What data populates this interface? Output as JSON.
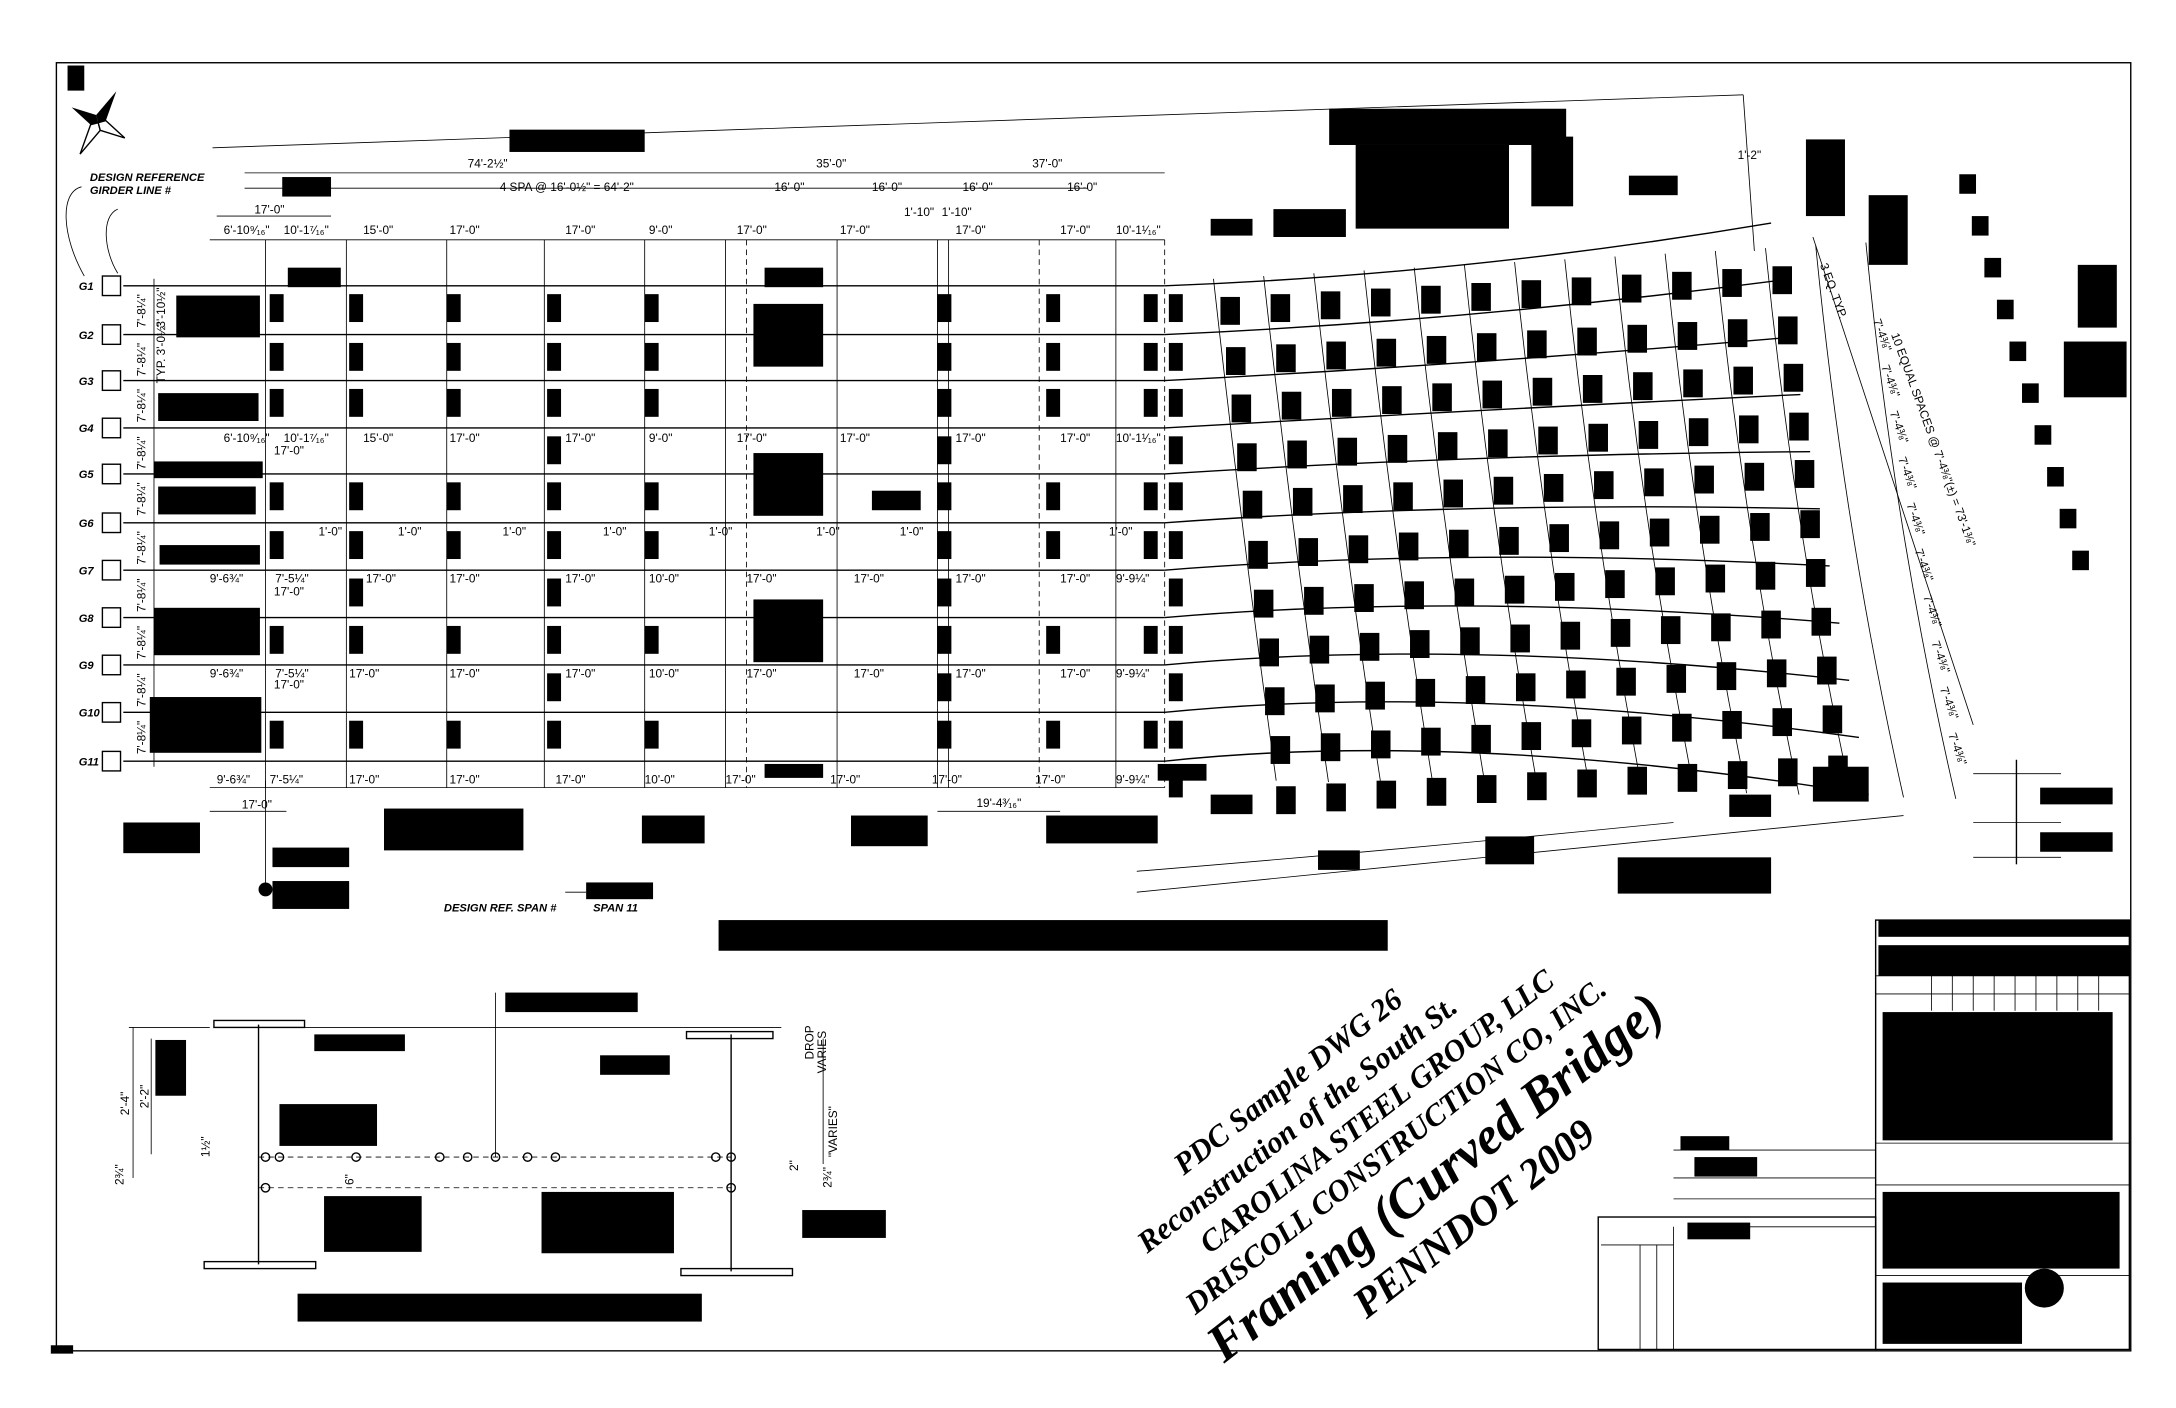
{
  "drawing": {
    "design_reference_label": [
      "DESIGN REFERENCE",
      "GIRDER LINE #"
    ],
    "girders": [
      "G1",
      "G2",
      "G3",
      "G4",
      "G5",
      "G6",
      "G7",
      "G8",
      "G9",
      "G10",
      "G11"
    ],
    "girder_spacing": "7'-8¼\"",
    "typ_offset": "TYP. 3'-0½\"",
    "offset_top": "3'-10½\"",
    "top_dims": {
      "overall_left": "74'-2½\"",
      "overall_mid": "35'-0\"",
      "overall_right": "37'-0\"",
      "spa_note": "4 SPA @ 16'-0½\" = 64'-2\"",
      "sixteen": [
        "16'-0\"",
        "16'-0\"",
        "16'-0\"",
        "16'-0\""
      ],
      "splice": [
        "1'-10\"",
        "1'-10\""
      ],
      "seventeen_left": "17'-0\"",
      "row": [
        "6'-10⁹⁄₁₆\"",
        "10'-1⁷⁄₁₆\"",
        "15'-0\"",
        "17'-0\"",
        "17'-0\"",
        "9'-0\"",
        "17'-0\"",
        "17'-0\"",
        "17'-0\"",
        "17'-0\"",
        "10'-1¹⁄₁₆\""
      ]
    },
    "mid_rows": {
      "row_g4": [
        "6'-10⁹⁄₁₆\"",
        "10'-1⁷⁄₁₆\"",
        "15'-0\"",
        "17'-0\"",
        "17'-0\"",
        "9'-0\"",
        "17'-0\"",
        "17'-0\"",
        "17'-0\"",
        "17'-0\"",
        "10'-1¹⁄₁₆\""
      ],
      "row_g6": [
        "1'-0\"",
        "1'-0\"",
        "1'-0\"",
        "1'-0\"",
        "1'-0\"",
        "1'-0\"",
        "1'-0\"",
        "1'-0\""
      ],
      "row_g7": [
        "9'-6¾\"",
        "7'-5¼\"",
        "17'-0\"",
        "17'-0\"",
        "17'-0\"",
        "10'-0\"",
        "17'-0\"",
        "17'-0\"",
        "17'-0\"",
        "17'-0\"",
        "9'-9¼\""
      ],
      "row_g9": [
        "9'-6¾\"",
        "7'-5¼\"",
        "17'-0\"",
        "17'-0\"",
        "17'-0\"",
        "10'-0\"",
        "17'-0\"",
        "17'-0\"",
        "17'-0\"",
        "17'-0\"",
        "9'-9¼\""
      ],
      "seventeen": "17'-0\""
    },
    "bottom_dims": {
      "row": [
        "9'-6¾\"",
        "7'-5¼\"",
        "17'-0\"",
        "17'-0\"",
        "17'-0\"",
        "10'-0\"",
        "17'-0\"",
        "17'-0\"",
        "17'-0\"",
        "17'-0\"",
        "9'-9¼\""
      ],
      "seventeen": "17'-0\"",
      "nineteen": "19'-4³⁄₁₆\""
    },
    "span_ref": {
      "label": "DESIGN REF. SPAN #",
      "value": "SPAN 11"
    },
    "curved": {
      "equal_spaces": "10 EQUAL SPACES @ 7'-4⅜\"(±) = 73'-1⅜\"",
      "eq_typ": "3 EQ. TYP.",
      "one_two": "1'-2\"",
      "spacing": "7'-4⅜\""
    },
    "section": {
      "h1": "2'-4\"",
      "h2": "2'-2\"",
      "six": "6\"",
      "drop": [
        "DROP",
        "VARIES"
      ],
      "varies": "\"VARIES\"",
      "small": [
        "2¾\"",
        "2¾\"",
        "1½\"",
        "2\""
      ]
    }
  },
  "watermark": [
    "PDC Sample DWG 26",
    "Reconstruction of the South St.",
    "CAROLINA STEEL GROUP, LLC",
    "DRISCOLL CONSTRUCTION CO, INC.",
    "Framing  (Curved Bridge)",
    "PENNDOT  2009"
  ]
}
